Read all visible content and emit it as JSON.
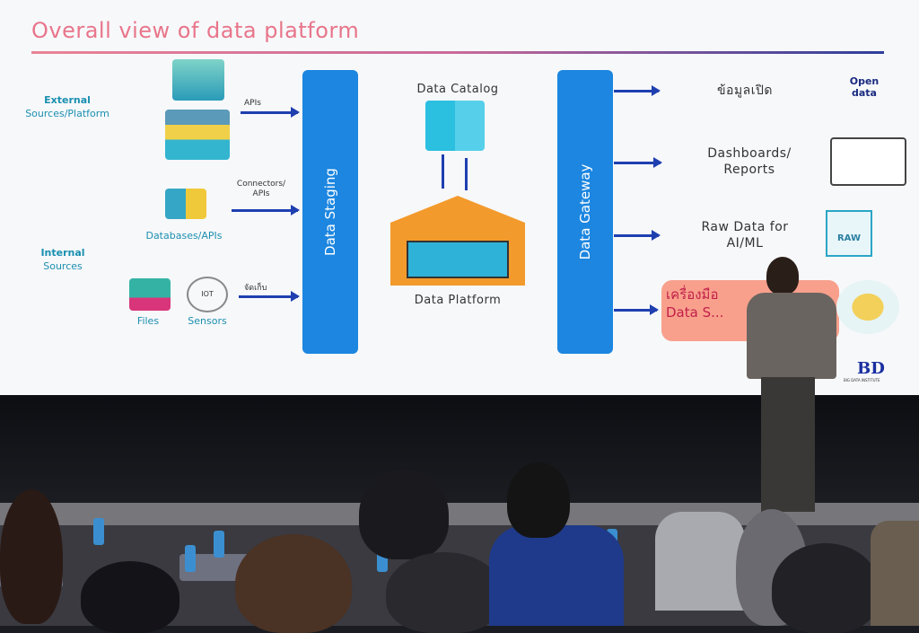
{
  "slide": {
    "title": "Overall view of data platform",
    "sources": {
      "external_bold": "External",
      "external_rest": "Sources/Platform",
      "internal_bold": "Internal",
      "internal_rest": "Sources",
      "databases": "Databases/APIs",
      "files": "Files",
      "sensors": "Sensors",
      "iot": "IOT"
    },
    "arrow_labels": [
      "APIs",
      "Connectors/\nAPIs",
      "จัดเก็บ"
    ],
    "staging": "Data Staging",
    "catalog": "Data Catalog",
    "platform": "Data Platform",
    "gateway": "Data Gateway",
    "outputs": [
      {
        "label": "ข้อมูลเปิด",
        "side": "Open data"
      },
      {
        "label": "Dashboards/ Reports"
      },
      {
        "label": "Raw Data for AI/ML",
        "icon_text": "RAW"
      },
      {
        "label": "เครื่องมือ Data S..."
      }
    ],
    "logo": "BD",
    "logo_caption": "BIG DATA INSTITUTE"
  },
  "colors": {
    "blue_bar": "#1c86e0",
    "arrow": "#1f3fb0",
    "title": "#e8758a",
    "highlight": "#f8a08c"
  }
}
